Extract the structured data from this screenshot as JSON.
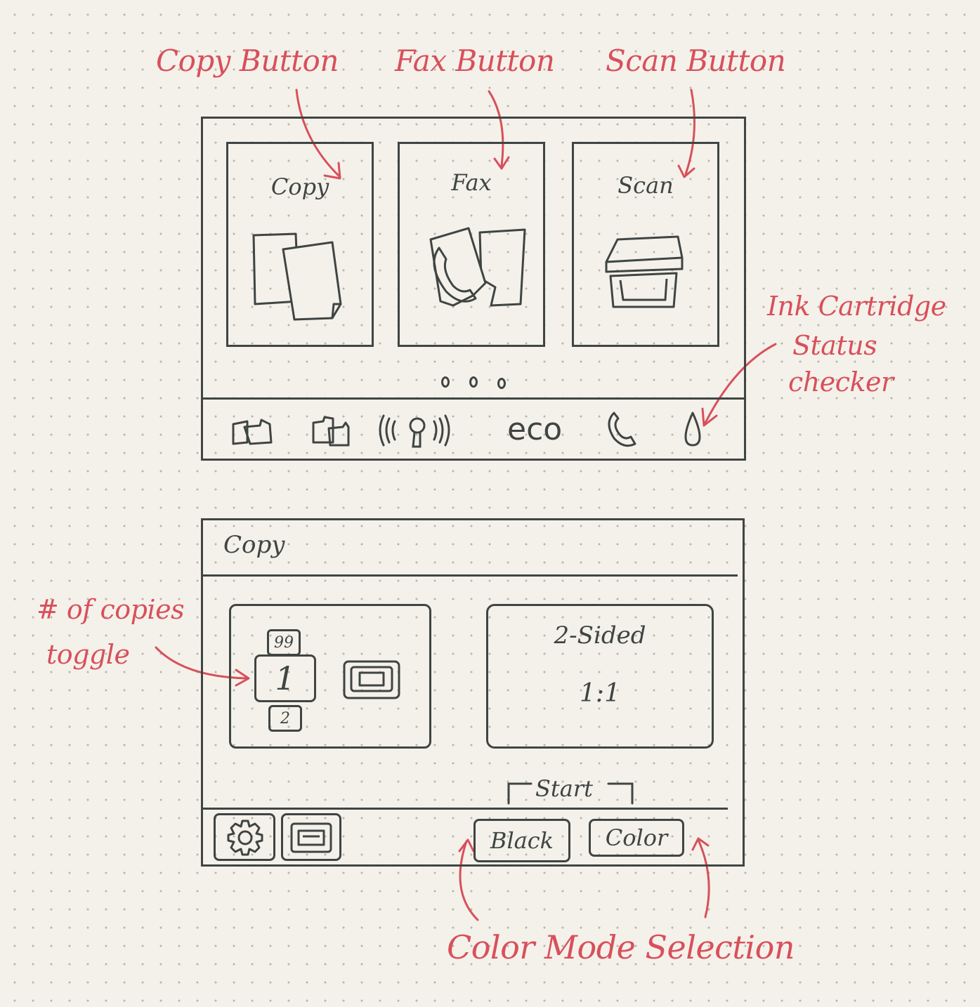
{
  "annotations": {
    "copy_button": "Copy Button",
    "fax_button": "Fax Button",
    "scan_button": "Scan Button",
    "ink_status_1": "Ink Cartridge",
    "ink_status_2": "Status",
    "ink_status_3": "checker",
    "copies_toggle_1": "# of copies",
    "copies_toggle_2": "toggle",
    "color_mode": "Color Mode Selection"
  },
  "home_screen": {
    "cards": [
      {
        "label": "Copy",
        "icon": "copy-pages-icon"
      },
      {
        "label": "Fax",
        "icon": "fax-phone-icon"
      },
      {
        "label": "Scan",
        "icon": "scanner-icon"
      }
    ],
    "page_dots": 3,
    "toolbar": [
      {
        "icon": "copy-cards-icon"
      },
      {
        "icon": "photo-copy-icon"
      },
      {
        "icon": "wireless-icon"
      },
      {
        "label": "eco",
        "icon": "eco-icon"
      },
      {
        "icon": "phone-icon"
      },
      {
        "icon": "ink-drop-icon"
      }
    ]
  },
  "copy_screen": {
    "title": "Copy",
    "copies": {
      "above": "99",
      "current": "1",
      "below": "2"
    },
    "two_sided": {
      "label": "2-Sided",
      "value": "1:1"
    },
    "start_label": "Start",
    "black_label": "Black",
    "color_label": "Color"
  },
  "colors": {
    "ink": "#3f4543",
    "annotation": "#d8505b",
    "paper": "#f4f1ea"
  }
}
